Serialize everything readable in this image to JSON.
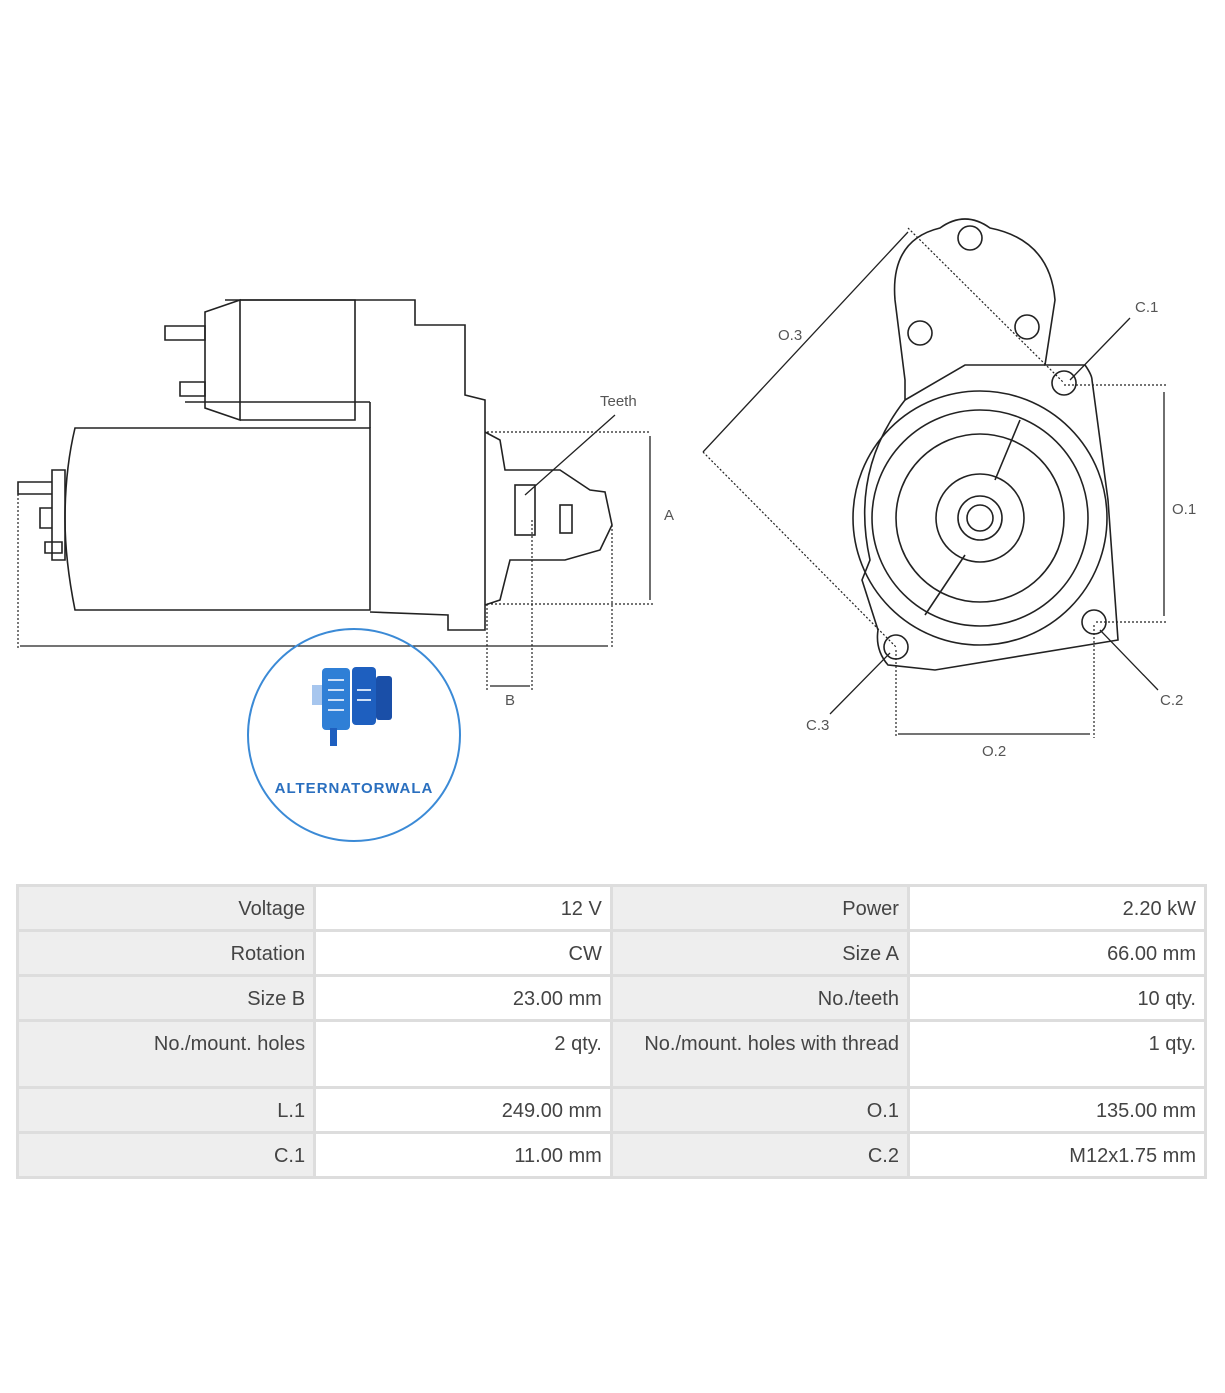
{
  "drawing": {
    "side_view_labels": {
      "teeth": "Teeth",
      "size_a": "A",
      "size_b": "B"
    },
    "front_view_labels": {
      "o3": "O.3",
      "c1": "C.1",
      "o1": "O.1",
      "c2": "C.2",
      "c3": "C.3",
      "o2": "O.2"
    }
  },
  "logo": {
    "text": "ALTERNATORWALA",
    "color": "#2a6fbf"
  },
  "specs": [
    [
      {
        "label": "Voltage",
        "value": "12 V"
      },
      {
        "label": "Power",
        "value": "2.20 kW"
      }
    ],
    [
      {
        "label": "Rotation",
        "value": "CW"
      },
      {
        "label": "Size A",
        "value": "66.00 mm"
      }
    ],
    [
      {
        "label": "Size B",
        "value": "23.00 mm"
      },
      {
        "label": "No./teeth",
        "value": "10 qty."
      }
    ],
    [
      {
        "label": "No./mount. holes",
        "value": "2 qty."
      },
      {
        "label": "No./mount. holes with thread",
        "value": "1 qty."
      }
    ],
    [
      {
        "label": "L.1",
        "value": "249.00 mm"
      },
      {
        "label": "O.1",
        "value": "135.00 mm"
      }
    ],
    [
      {
        "label": "C.1",
        "value": "11.00 mm"
      },
      {
        "label": "C.2",
        "value": "M12x1.75 mm"
      }
    ]
  ]
}
